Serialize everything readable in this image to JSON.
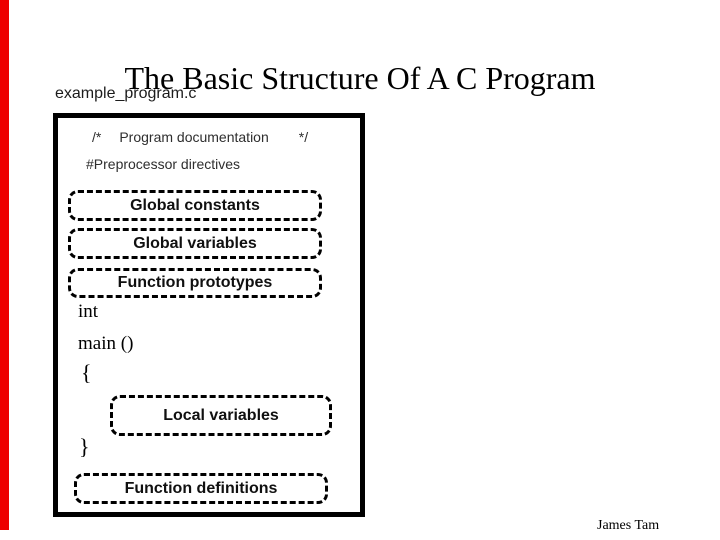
{
  "slide": {
    "title": "The Basic Structure Of A C Program",
    "file_label": "example_program.c",
    "footer": "James Tam",
    "accent_color": "#ee0000",
    "background_color": "#ffffff",
    "border_color": "#000000"
  },
  "box": {
    "comment": {
      "open": "/*",
      "text": "Program documentation",
      "close": "*/"
    },
    "preprocessor": "#Preprocessor directives",
    "sections": {
      "global_constants": "Global constants",
      "global_variables": "Global variables",
      "function_prototypes": "Function prototypes",
      "local_variables": "Local variables",
      "function_definitions": "Function definitions"
    },
    "code": {
      "int_keyword": "int",
      "main_line": "main ()",
      "open_brace": "{",
      "close_brace": "}"
    }
  }
}
